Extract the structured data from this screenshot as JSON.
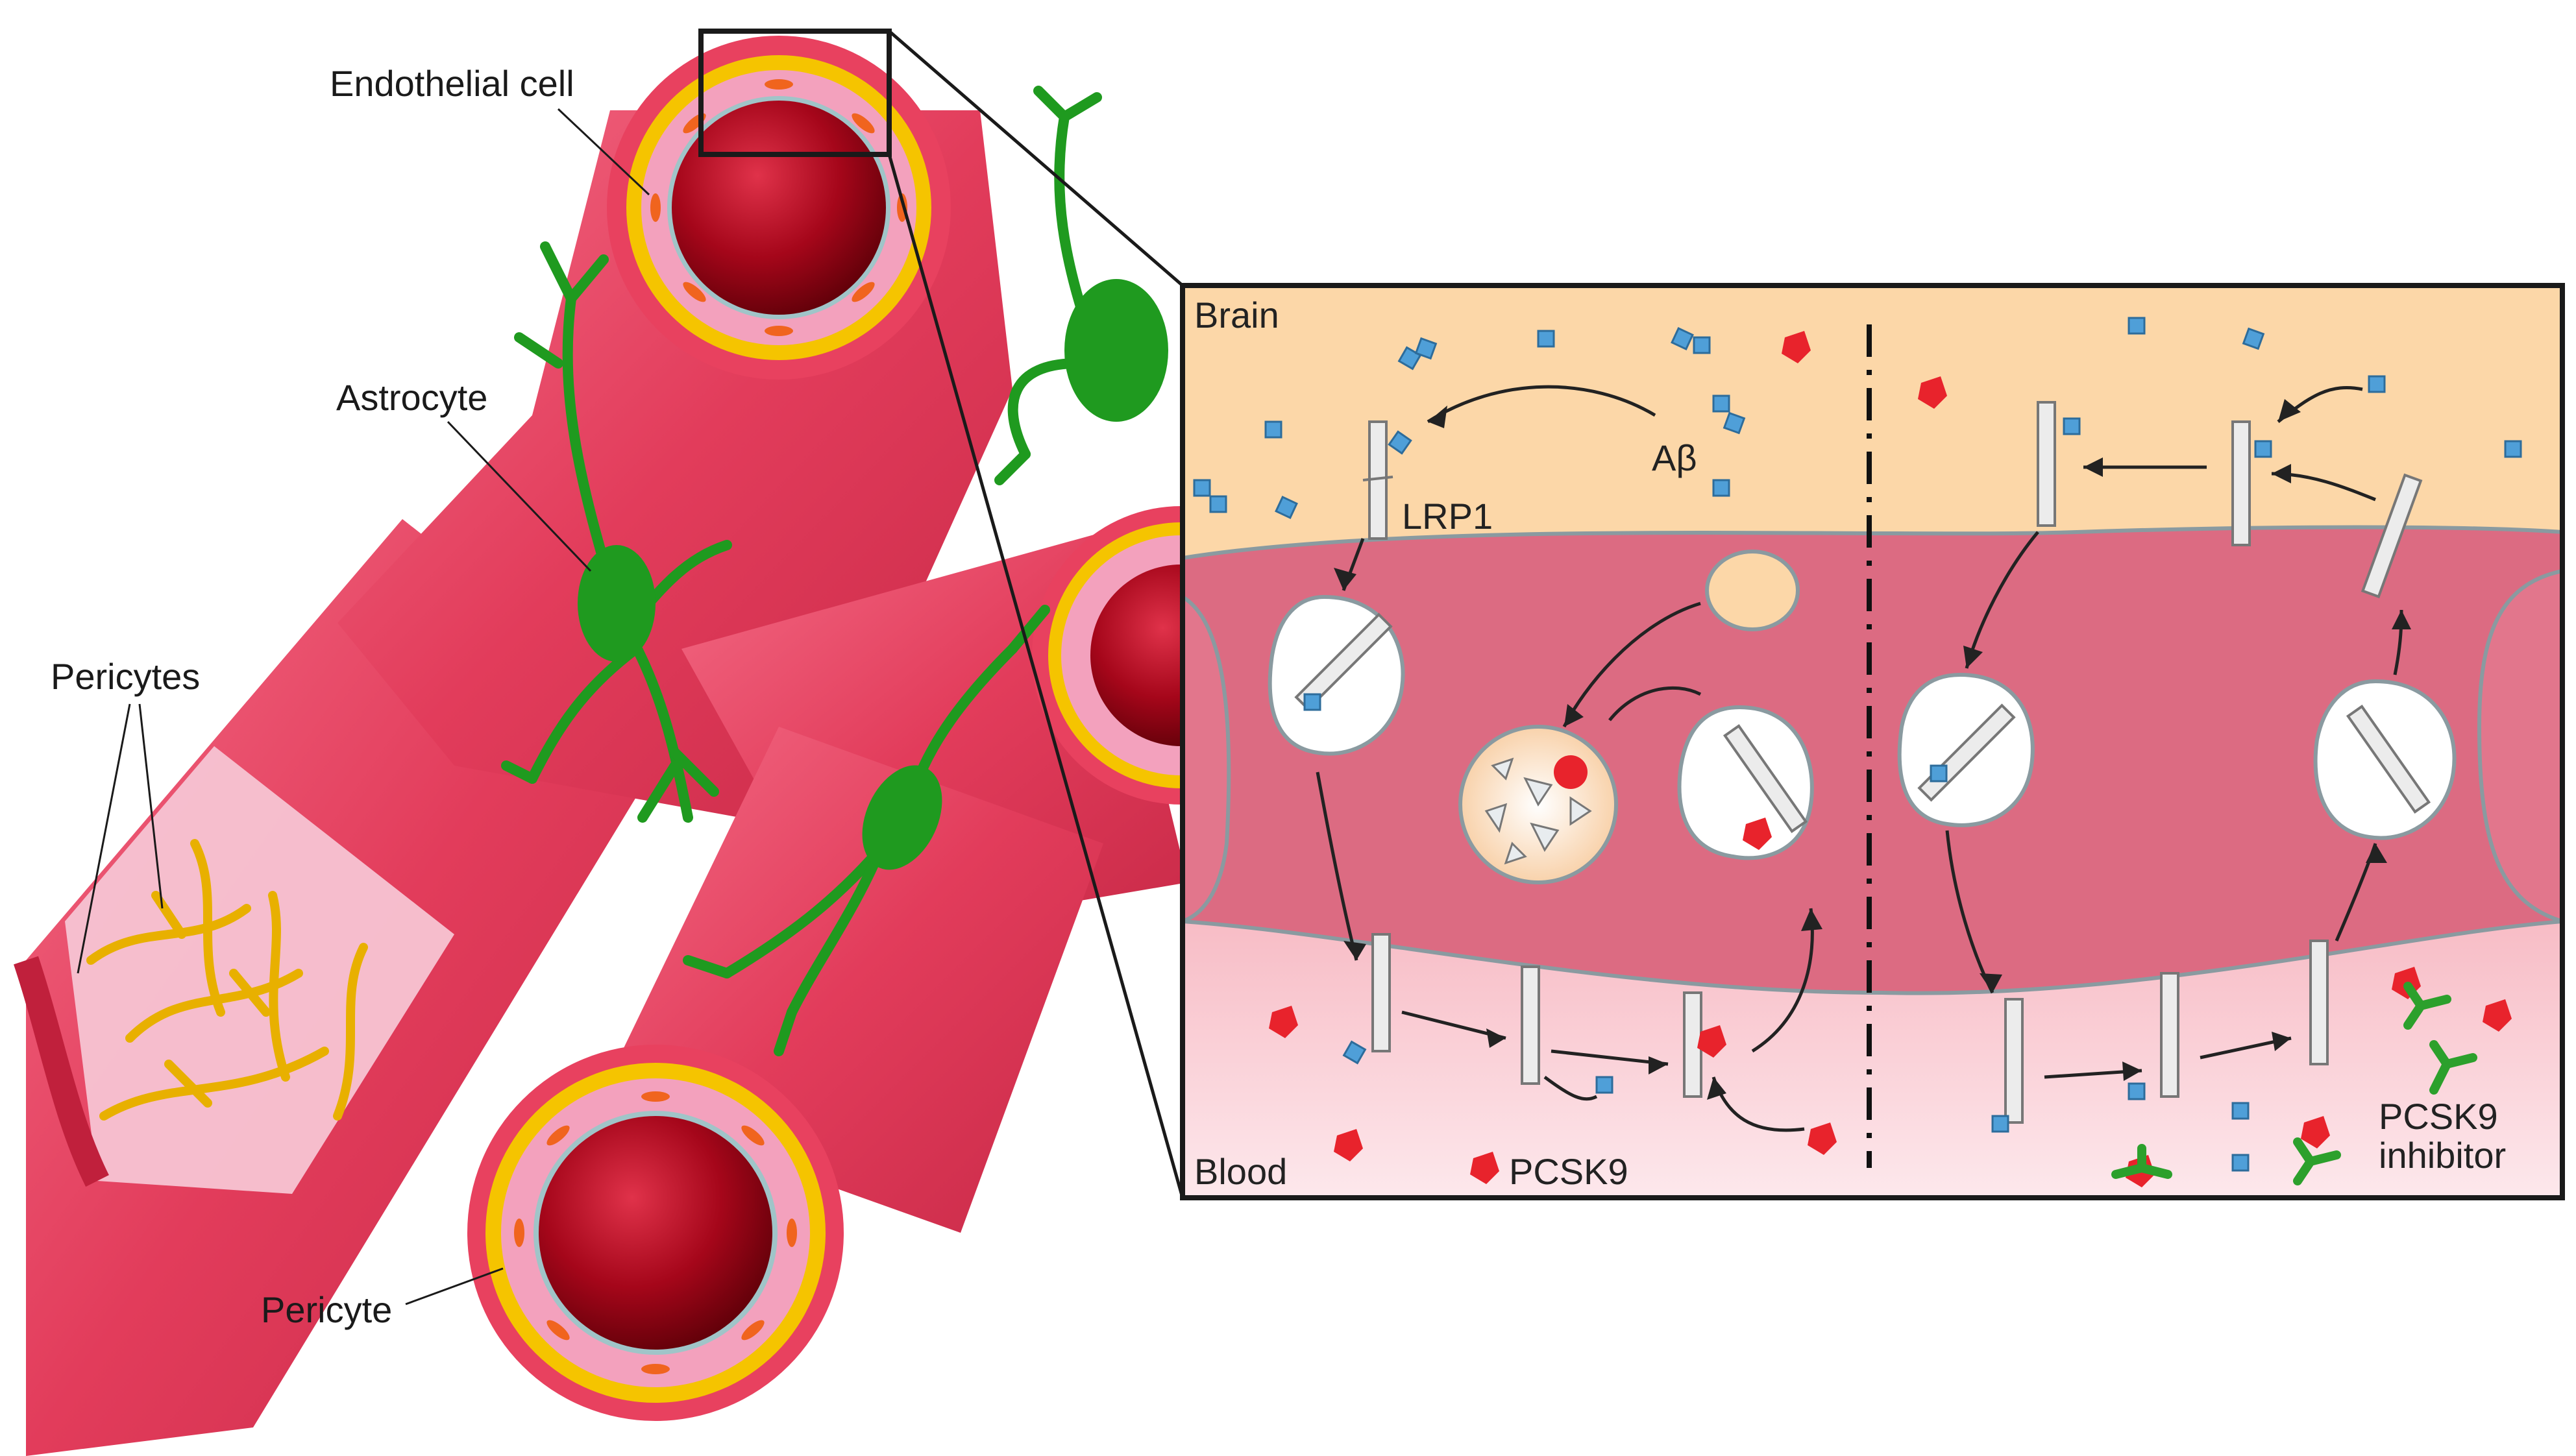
{
  "labels": {
    "endothelial_cell": "Endothelial cell",
    "astrocyte": "Astrocyte",
    "pericytes": "Pericytes",
    "pericyte": "Pericyte"
  },
  "panel": {
    "brain": "Brain",
    "blood": "Blood",
    "abeta": "Aβ",
    "lrp1": "LRP1",
    "pcsk9": "PCSK9",
    "inhibitor_line1": "PCSK9",
    "inhibitor_line2": "inhibitor"
  },
  "colors": {
    "vessel": "#e8415f",
    "vessel_dark": "#c0203c",
    "lumen": "#8e0010",
    "intima": "#f3a1bd",
    "pericyte_yellow": "#f5c400",
    "astrocyte_green": "#1f9a1f",
    "brain_bg": "#fcd7a8",
    "endothelium": "#dc6b82",
    "blood_bg": "#fbd3d9",
    "abeta_blue": "#4f9fd8",
    "pcsk9_red": "#e8232c",
    "inhibitor_green": "#2ca02c"
  }
}
